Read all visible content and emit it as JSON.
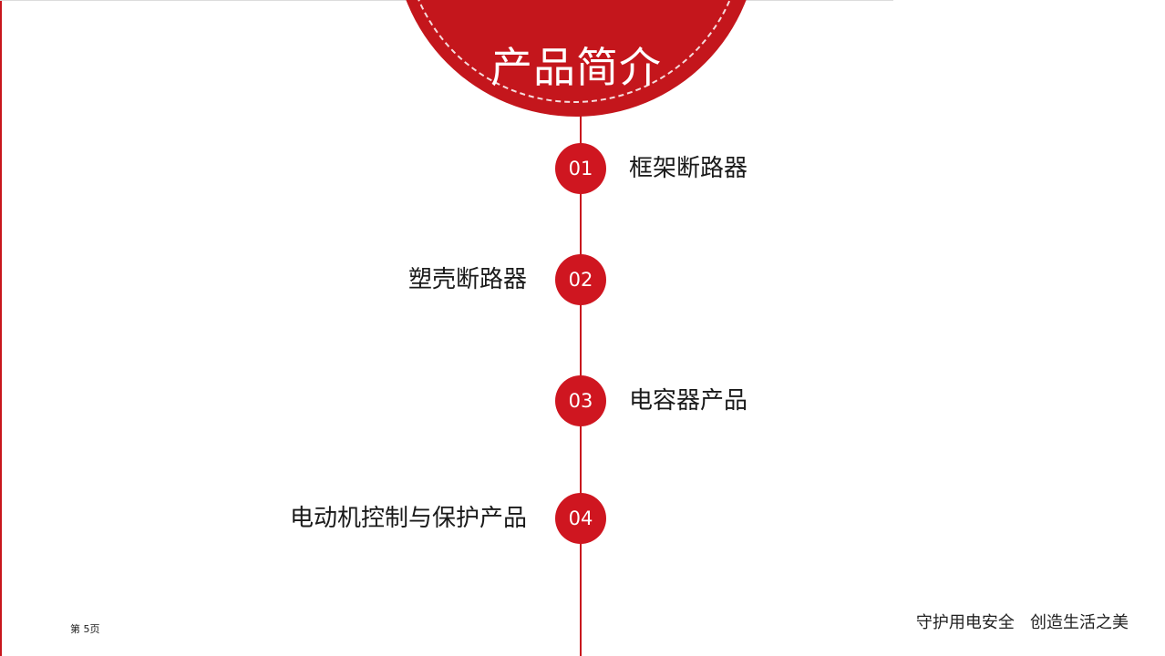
{
  "title": "产品简介",
  "items": [
    {
      "num": "01",
      "label": "框架断路器"
    },
    {
      "num": "02",
      "label": "塑壳断路器"
    },
    {
      "num": "03",
      "label": "电容器产品"
    },
    {
      "num": "04",
      "label": "电动机控制与保护产品"
    }
  ],
  "footer": {
    "page": "第 5页",
    "slogan": "守护用电安全   创造生活之美"
  },
  "colors": {
    "accent": "#c4161c",
    "text": "#1a1a1a"
  }
}
